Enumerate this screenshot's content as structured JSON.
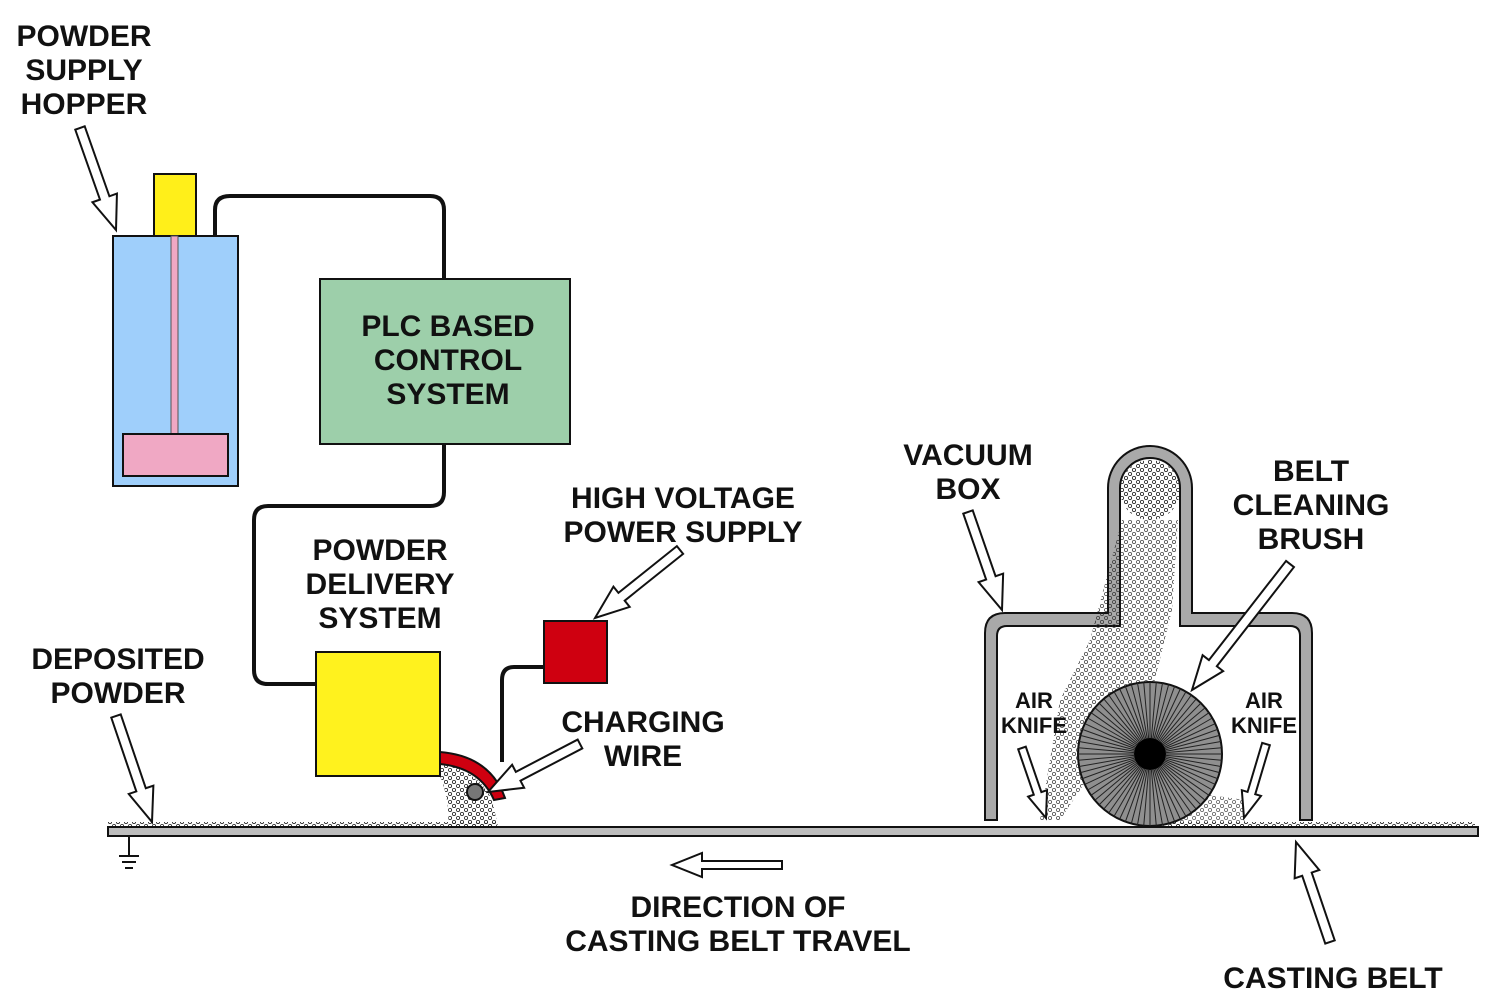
{
  "labels": {
    "hopper": [
      "POWDER",
      "SUPPLY",
      "HOPPER"
    ],
    "plc": [
      "PLC BASED",
      "CONTROL",
      "SYSTEM"
    ],
    "delivery": [
      "POWDER",
      "DELIVERY",
      "SYSTEM"
    ],
    "hv": [
      "HIGH VOLTAGE",
      "POWER SUPPLY"
    ],
    "charging": [
      "CHARGING",
      "WIRE"
    ],
    "deposited": [
      "DEPOSITED",
      "POWDER"
    ],
    "vacuum": [
      "VACUUM",
      "BOX"
    ],
    "brush": [
      "BELT",
      "CLEANING",
      "BRUSH"
    ],
    "air_left": [
      "AIR",
      "KNIFE"
    ],
    "air_right": [
      "AIR",
      "KNIFE"
    ],
    "direction": [
      "DIRECTION OF",
      "CASTING BELT TRAVEL"
    ],
    "casting_belt": "CASTING BELT"
  },
  "colors": {
    "hopper": "#9fcffb",
    "piston": "#f0a8c4",
    "hopper_cap": "#ffef1a",
    "plc": "#9dcfaa",
    "delivery": "#fff21e",
    "hv": "#cf0010",
    "belt": "#bdbdbd",
    "outline": "#111111"
  }
}
